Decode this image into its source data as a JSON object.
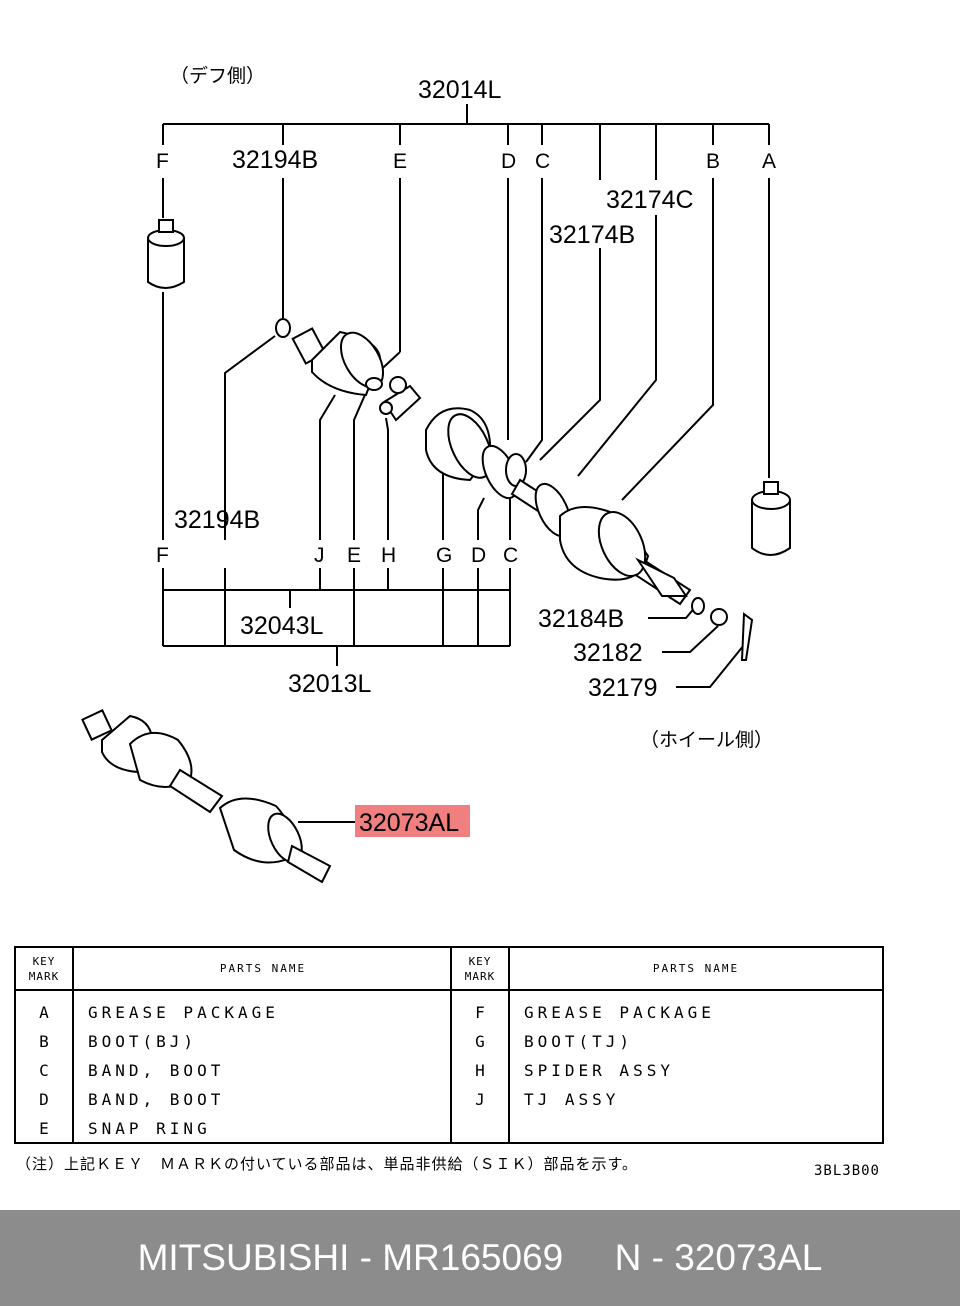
{
  "diagram": {
    "side_diff": "（デフ側）",
    "side_wheel": "（ホイール側）",
    "part_numbers": {
      "assy_top": "32014L",
      "ring_top": "32194B",
      "ring_left": "32194B",
      "band_c": "32174C",
      "band_d": "32174B",
      "tj_assy": "32043L",
      "inner_assy": "32013L",
      "washer": "32184B",
      "nut": "32182",
      "pin": "32179",
      "highlight": "32073AL"
    },
    "key_marks_top": [
      "F",
      "E",
      "D",
      "C",
      "B",
      "A"
    ],
    "key_marks_bottom": [
      "F",
      "J",
      "E",
      "H",
      "G",
      "D",
      "C"
    ],
    "highlight_color": "#f08080"
  },
  "table": {
    "header_key": [
      "KEY",
      "MARK"
    ],
    "header_name": "PARTS NAME",
    "left_rows": [
      {
        "key": "A",
        "name": "GREASE PACKAGE"
      },
      {
        "key": "B",
        "name": "BOOT(BJ)"
      },
      {
        "key": "C",
        "name": "BAND, BOOT"
      },
      {
        "key": "D",
        "name": "BAND, BOOT"
      },
      {
        "key": "E",
        "name": "SNAP RING"
      }
    ],
    "right_rows": [
      {
        "key": "F",
        "name": "GREASE PACKAGE"
      },
      {
        "key": "G",
        "name": "BOOT(TJ)"
      },
      {
        "key": "H",
        "name": "SPIDER ASSY"
      },
      {
        "key": "J",
        "name": "TJ ASSY"
      }
    ]
  },
  "note": "（注）上記ＫＥＹ　ＭＡＲＫの付いている部品は、単品非供給（ＳＩＫ）部品を示す。",
  "code": "3BL3B00",
  "footer": "MITSUBISHI - MR165069     N - 32073AL"
}
